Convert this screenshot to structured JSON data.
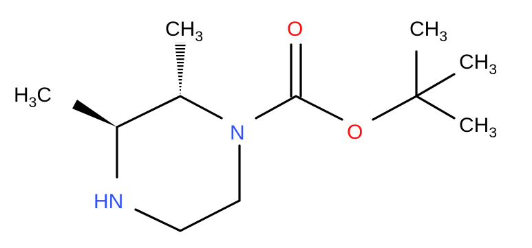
{
  "molecule": {
    "colors": {
      "bond": "#000000",
      "carbon": "#000000",
      "nitrogen": "#3050F8",
      "oxygen": "#FF0D0D"
    },
    "atoms": {
      "methyl_top": {
        "main": "CH",
        "sub": "3"
      },
      "methyl_left": {
        "main": "H",
        "sub": "3",
        "tail": "C"
      },
      "n_ring": {
        "main": "N"
      },
      "nh": {
        "main": "HN"
      },
      "o_carbonyl": {
        "main": "O"
      },
      "o_ester": {
        "main": "O"
      },
      "tbu_top": {
        "main": "CH",
        "sub": "3"
      },
      "tbu_mid": {
        "main": "CH",
        "sub": "3"
      },
      "tbu_bot": {
        "main": "CH",
        "sub": "3"
      }
    }
  }
}
